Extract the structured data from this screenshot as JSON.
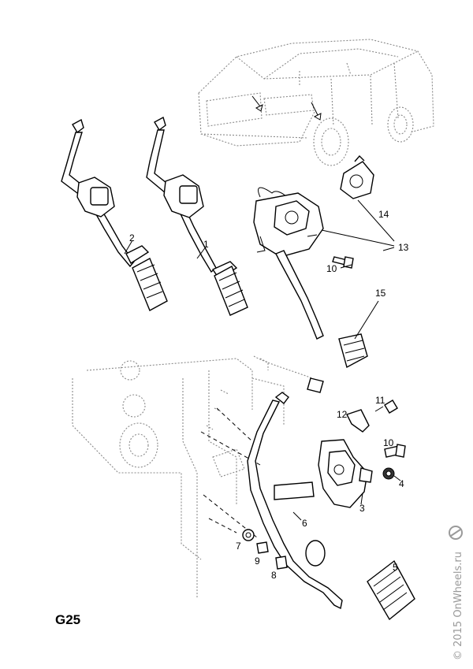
{
  "diagram": {
    "code": "G25",
    "watermark": "© 2015 OnWheels.ru",
    "callouts": [
      "1",
      "2",
      "3",
      "4",
      "5",
      "6",
      "7",
      "8",
      "9",
      "10",
      "10",
      "11",
      "12",
      "13",
      "14",
      "15"
    ]
  }
}
